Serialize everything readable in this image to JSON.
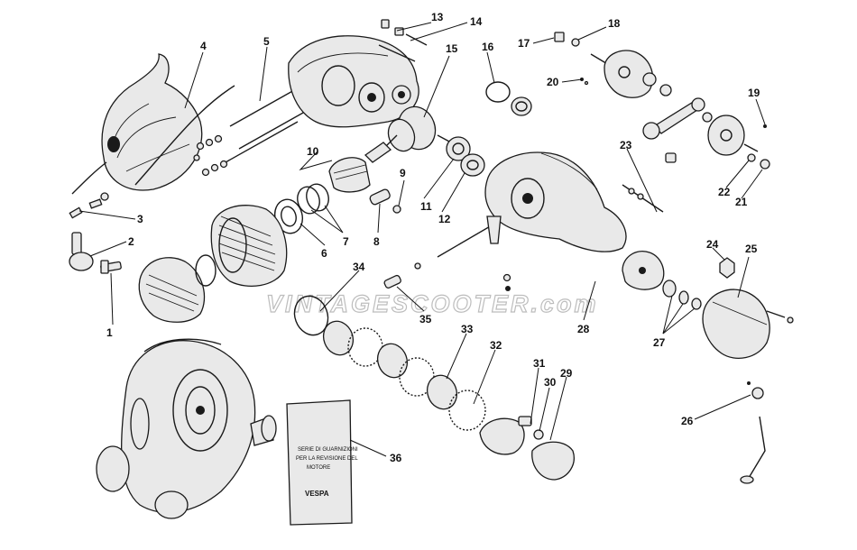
{
  "watermark": "VINTAGESCOOTER.com",
  "gasket_pack": {
    "line1": "SERIE DI GUARNIZIONI",
    "line2": "PER LA REVISIONE DEL",
    "line3": "MOTORE",
    "brand": "VESPA"
  },
  "labels": [
    {
      "id": "1",
      "text": "1"
    },
    {
      "id": "2",
      "text": "2"
    },
    {
      "id": "3",
      "text": "3"
    },
    {
      "id": "4",
      "text": "4"
    },
    {
      "id": "5",
      "text": "5"
    },
    {
      "id": "6",
      "text": "6"
    },
    {
      "id": "7",
      "text": "7"
    },
    {
      "id": "8",
      "text": "8"
    },
    {
      "id": "9",
      "text": "9"
    },
    {
      "id": "10",
      "text": "10"
    },
    {
      "id": "11",
      "text": "11"
    },
    {
      "id": "12",
      "text": "12"
    },
    {
      "id": "13",
      "text": "13"
    },
    {
      "id": "14",
      "text": "14"
    },
    {
      "id": "15",
      "text": "15"
    },
    {
      "id": "16",
      "text": "16"
    },
    {
      "id": "17",
      "text": "17"
    },
    {
      "id": "18",
      "text": "18"
    },
    {
      "id": "19",
      "text": "19"
    },
    {
      "id": "20",
      "text": "20"
    },
    {
      "id": "21",
      "text": "21"
    },
    {
      "id": "22",
      "text": "22"
    },
    {
      "id": "23",
      "text": "23"
    },
    {
      "id": "24",
      "text": "24"
    },
    {
      "id": "25",
      "text": "25"
    },
    {
      "id": "26",
      "text": "26"
    },
    {
      "id": "27",
      "text": "27"
    },
    {
      "id": "28",
      "text": "28"
    },
    {
      "id": "29",
      "text": "29"
    },
    {
      "id": "30",
      "text": "30"
    },
    {
      "id": "31",
      "text": "31"
    },
    {
      "id": "32",
      "text": "32"
    },
    {
      "id": "33",
      "text": "33"
    },
    {
      "id": "34",
      "text": "34"
    },
    {
      "id": "35",
      "text": "35"
    },
    {
      "id": "36",
      "text": "36"
    }
  ]
}
